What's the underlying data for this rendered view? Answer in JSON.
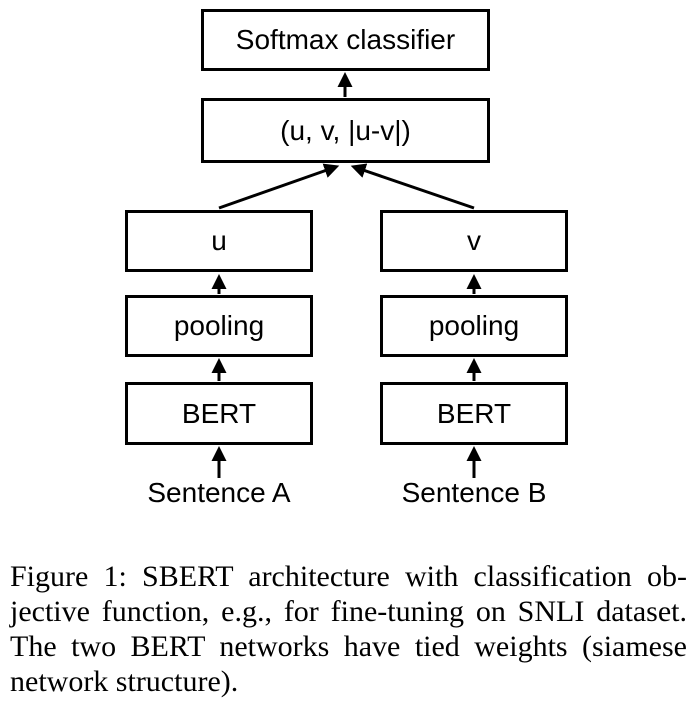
{
  "figure": {
    "diagram": {
      "boxes": {
        "softmax": "Softmax classifier",
        "concat": "(u, v, |u-v|)",
        "u": "u",
        "v": "v",
        "pooling_left": "pooling",
        "pooling_right": "pooling",
        "bert_left": "BERT",
        "bert_right": "BERT"
      },
      "inputs": {
        "sentence_a": "Sentence A",
        "sentence_b": "Sentence B"
      },
      "colors": {
        "ink": "#000000",
        "background": "#ffffff"
      }
    },
    "caption": {
      "lines": [
        "Figure 1: SBERT architecture with classification ob-",
        "jective function, e.g., for fine-tuning on SNLI dataset.",
        "The two BERT networks have tied weights (siamese",
        "network structure)."
      ]
    }
  }
}
